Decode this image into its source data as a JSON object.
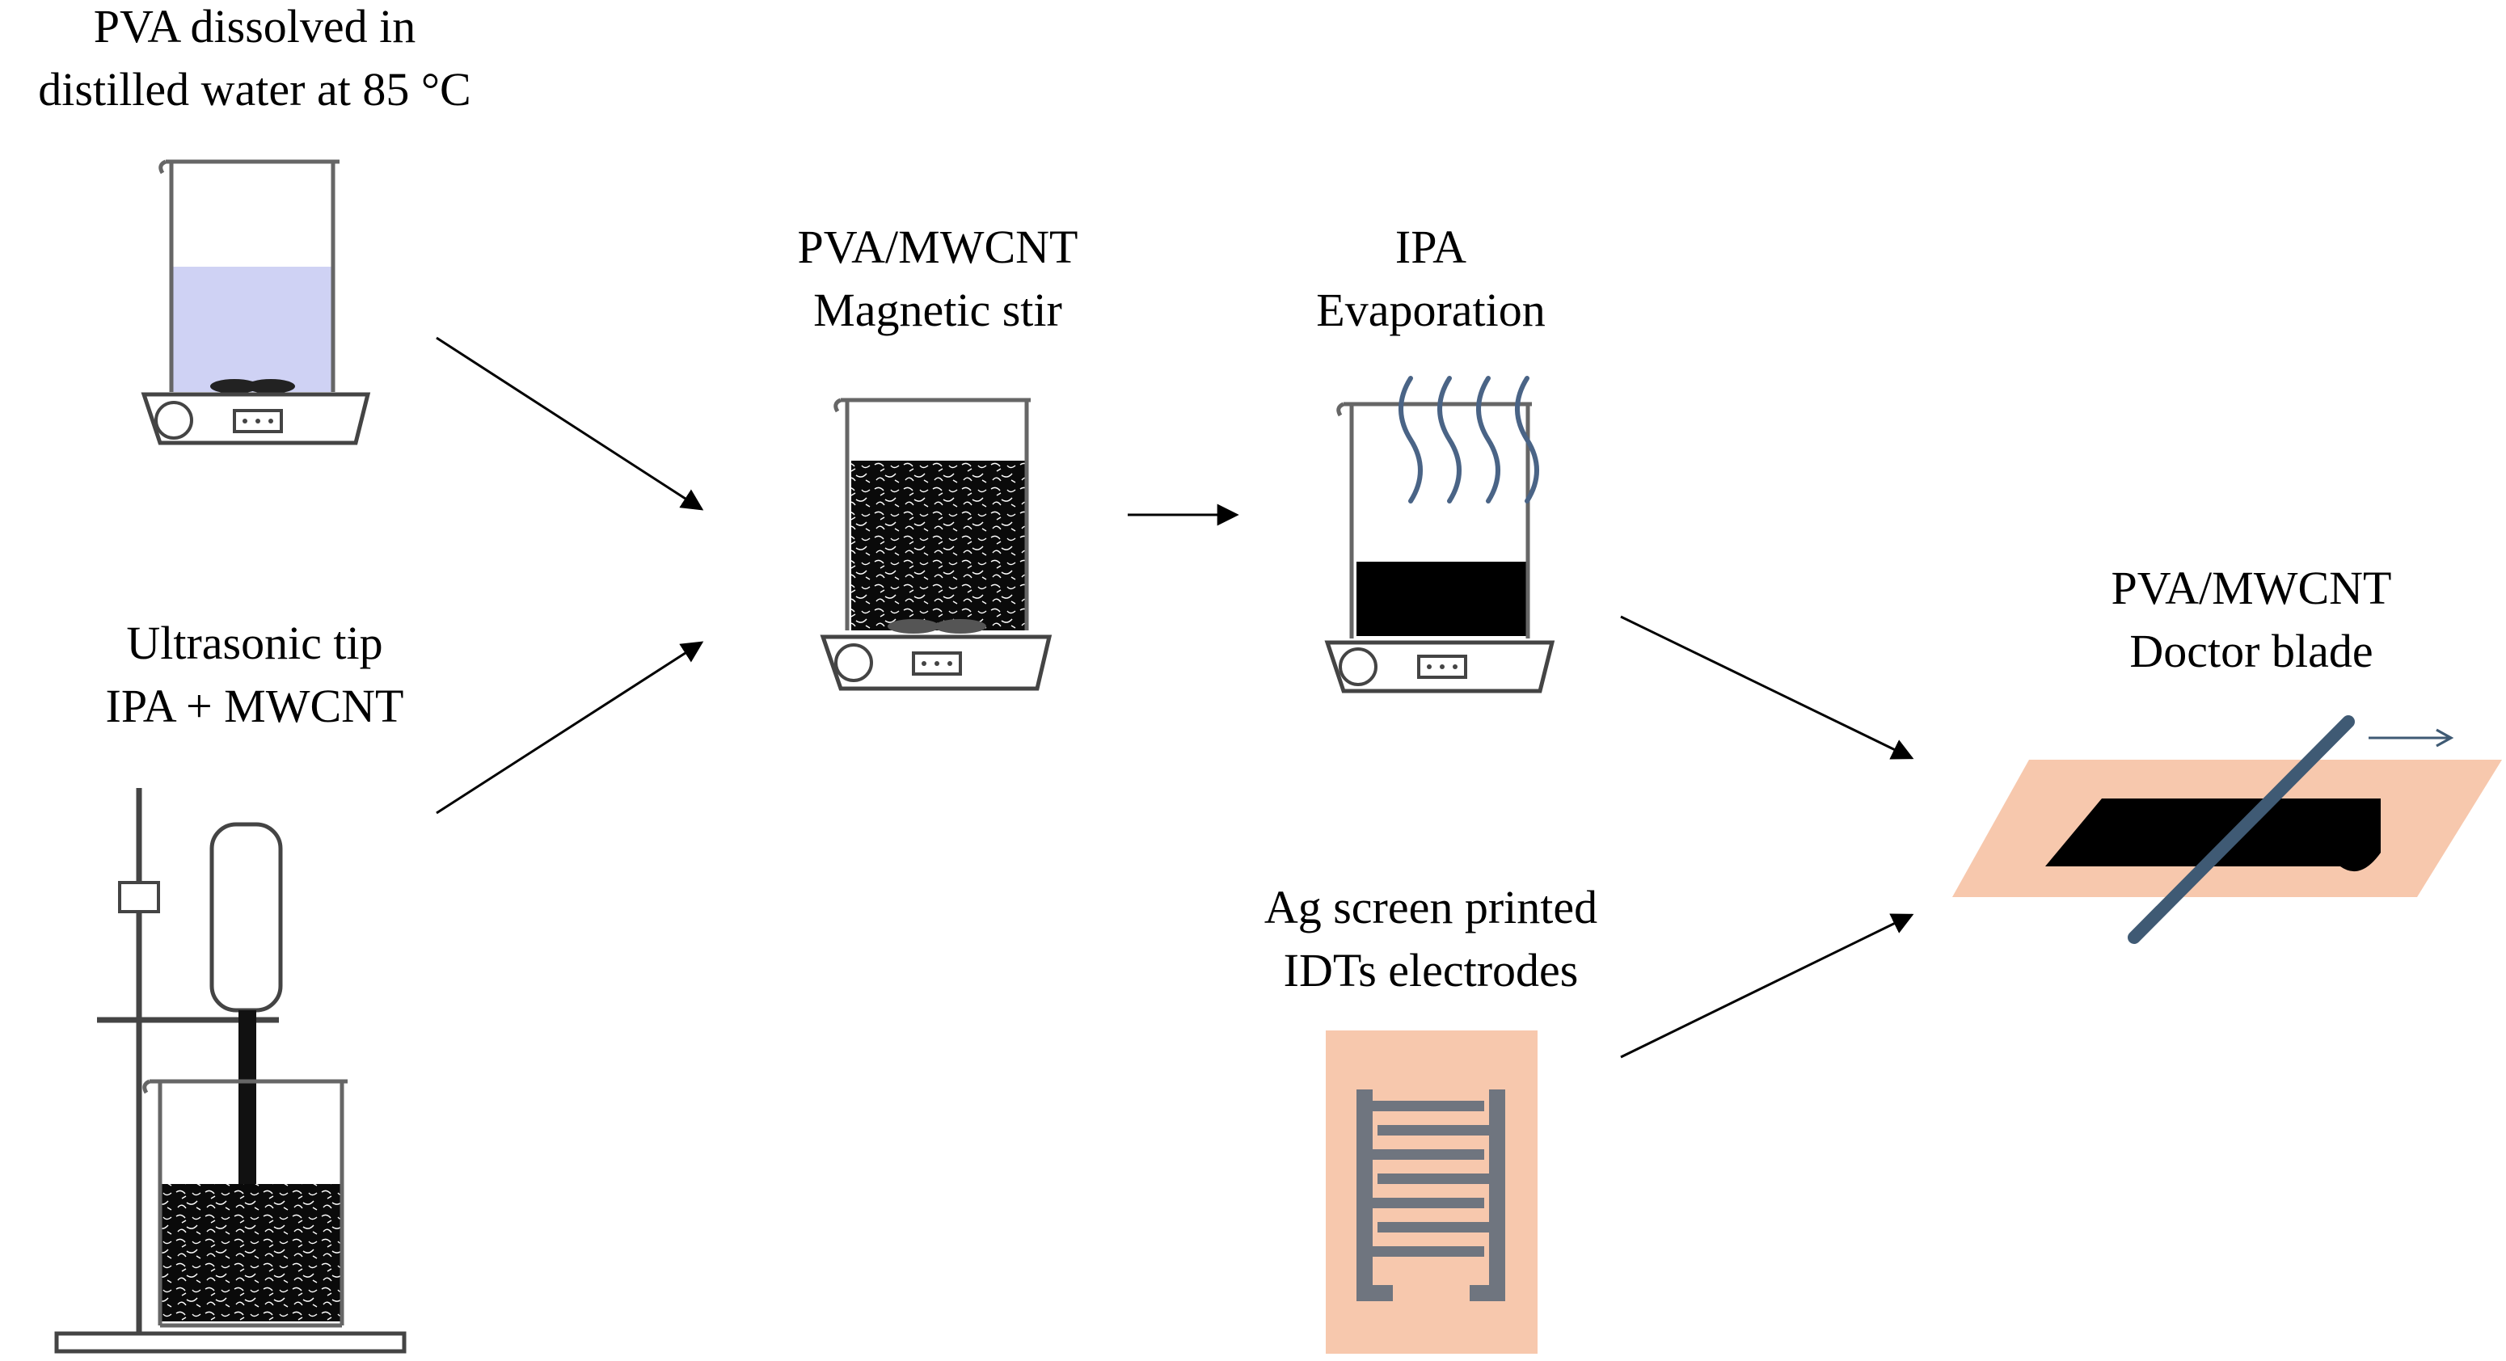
{
  "labels": {
    "pva_dissolved": [
      "PVA dissolved in",
      "distilled water at 85 °C"
    ],
    "ultrasonic": [
      "Ultrasonic tip",
      "IPA + MWCNT"
    ],
    "magnetic_stir": [
      "PVA/MWCNT",
      "Magnetic stir"
    ],
    "evaporation": [
      "IPA",
      "Evaporation"
    ],
    "doctor_blade": [
      "PVA/MWCNT",
      "Doctor blade"
    ],
    "electrodes": [
      "Ag screen printed",
      "IDTs electrodes"
    ]
  },
  "colors": {
    "pva_solution": "#cfd2f4",
    "substrate": "#f7c8ad",
    "electrode": "#6f757f",
    "blade": "#3f5a74",
    "vapor": "#4a6486",
    "mwcnt_fill": "#000000"
  }
}
